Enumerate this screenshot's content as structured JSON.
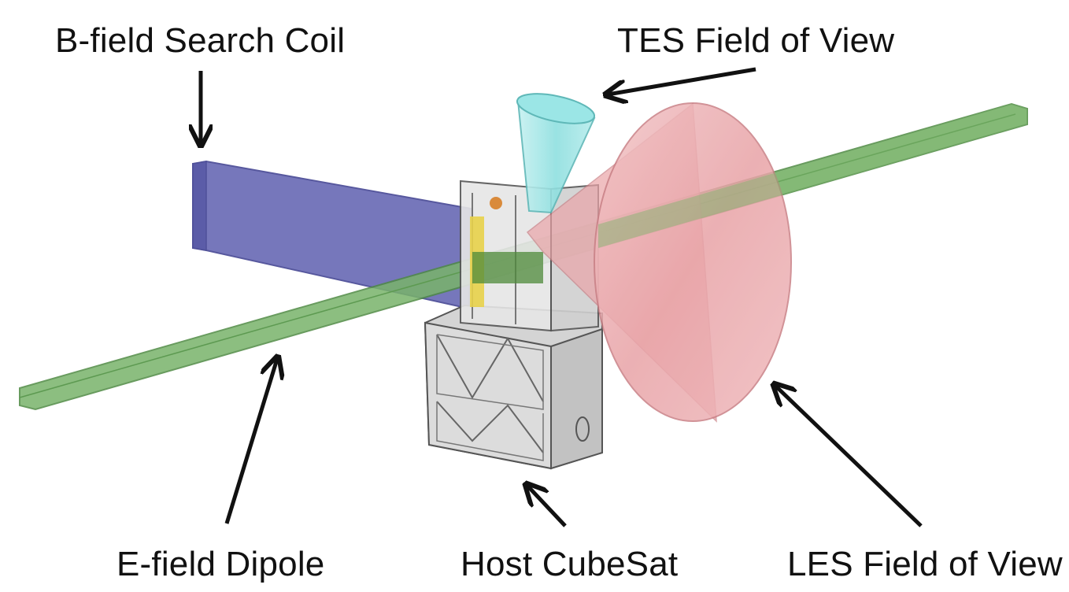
{
  "labels": {
    "bfield_search_coil": "B-field Search Coil",
    "tes_field_of_view": "TES Field of View",
    "efield_dipole": "E-field Dipole",
    "host_cubesat": "Host CubeSat",
    "les_field_of_view": "LES Field of View"
  },
  "colors": {
    "search_coil": "#6f70b8",
    "dipole": "#79b36b",
    "tes_cone": "#8fe0e0",
    "les_cone": "#eaa4a8",
    "cubesat": "#cfcfcf",
    "arrow": "#111111"
  }
}
